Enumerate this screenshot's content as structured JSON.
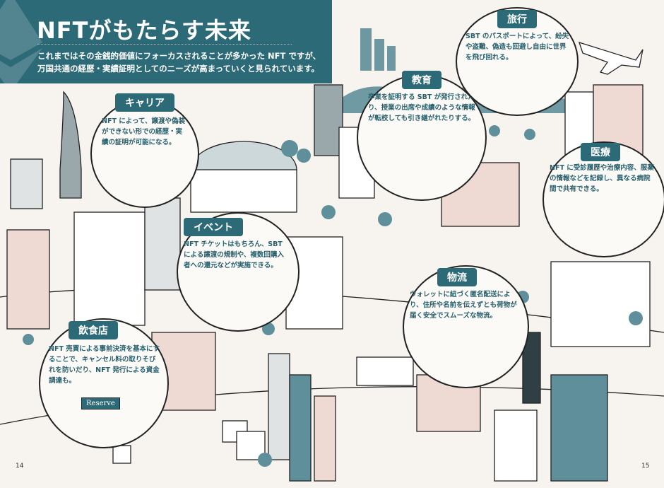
{
  "header": {
    "title": "NFTがもたらす未来",
    "lead_line1": "これまではその金銭的価値にフォーカスされることが多かった NFT ですが、",
    "lead_line2": "万国共通の経歴・実績証明としてのニーズが高まっていくと見られています。"
  },
  "bubbles": {
    "career": {
      "label": "キャリア",
      "text": "NFT によって、譲渡や偽装ができない形での経歴・実績の証明が可能になる。"
    },
    "education": {
      "label": "教育",
      "text": "卒業を証明する SBT が発行されたり、授業の出席や成績のような情報が転校しても引き継がれたりする。"
    },
    "travel": {
      "label": "旅行",
      "text": "SBT のパスポートによって、紛失や盗難、偽造も回避し自由に世界を飛び回れる。"
    },
    "medical": {
      "label": "医療",
      "text": "NFT に受診履歴や治療内容、服薬の情報などを記録し、異なる病院間で共有できる。"
    },
    "event": {
      "label": "イベント",
      "text": "NFT チケットはもちろん、SBT による譲渡の規制や、複数回購入者への還元などが実施できる。"
    },
    "logistics": {
      "label": "物流",
      "text": "ウォレットに紐づく匿名配送により、住所や名前を伝えずとも荷物が届く安全でスムーズな物流。"
    },
    "restaurant": {
      "label": "飲食店",
      "text": "NFT 売買による事前決済を基本にすることで、キャンセル料の取りそびれを防いだり、NFT 発行による資金調達も。",
      "sign": "Reserve"
    }
  },
  "page_numbers": {
    "left": "14",
    "right": "15"
  },
  "colors": {
    "accent": "#2c6a77",
    "text_teal": "#275f6c",
    "background": "#f7f4f0",
    "building_teal": "#5f8f9a",
    "building_pink": "#efd9d3"
  }
}
